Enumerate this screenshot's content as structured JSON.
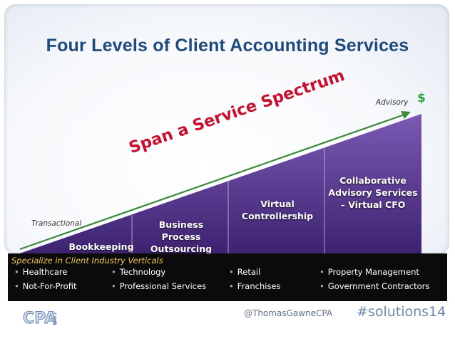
{
  "title": "Four Levels of Client Accounting Services",
  "spectrum_label": "Span a Service Spectrum",
  "axis": {
    "start_label": "Transactional",
    "end_label": "Advisory"
  },
  "levels": [
    {
      "label": "Bookkeeping"
    },
    {
      "label": "Business Process Outsourcing"
    },
    {
      "label": "Virtual Controllership"
    },
    {
      "label": "Collaborative Advisory Services – Virtual CFO"
    }
  ],
  "verticals": {
    "heading": "Specialize in Client Industry Verticals",
    "columns": [
      [
        "Healthcare",
        "Not-For-Profit"
      ],
      [
        "Technology",
        "Professional Services"
      ],
      [
        "Retail",
        "Franchises"
      ],
      [
        "Property Management",
        "Government Contractors"
      ]
    ]
  },
  "footer": {
    "logo": "CPA.COM",
    "handle": "@ThomasGawneCPA",
    "hashtag": "#solutions14"
  },
  "icons": {
    "advisory": "dollar-icon",
    "bullet": "bullet-dot"
  },
  "colors": {
    "title": "#1f4a7d",
    "wedge_dark": "#3d2270",
    "wedge_light": "#7a5ab4",
    "arrow": "#3a8a3a",
    "spectrum_text": "#c8102e",
    "verticals_heading": "#f2c94c"
  }
}
